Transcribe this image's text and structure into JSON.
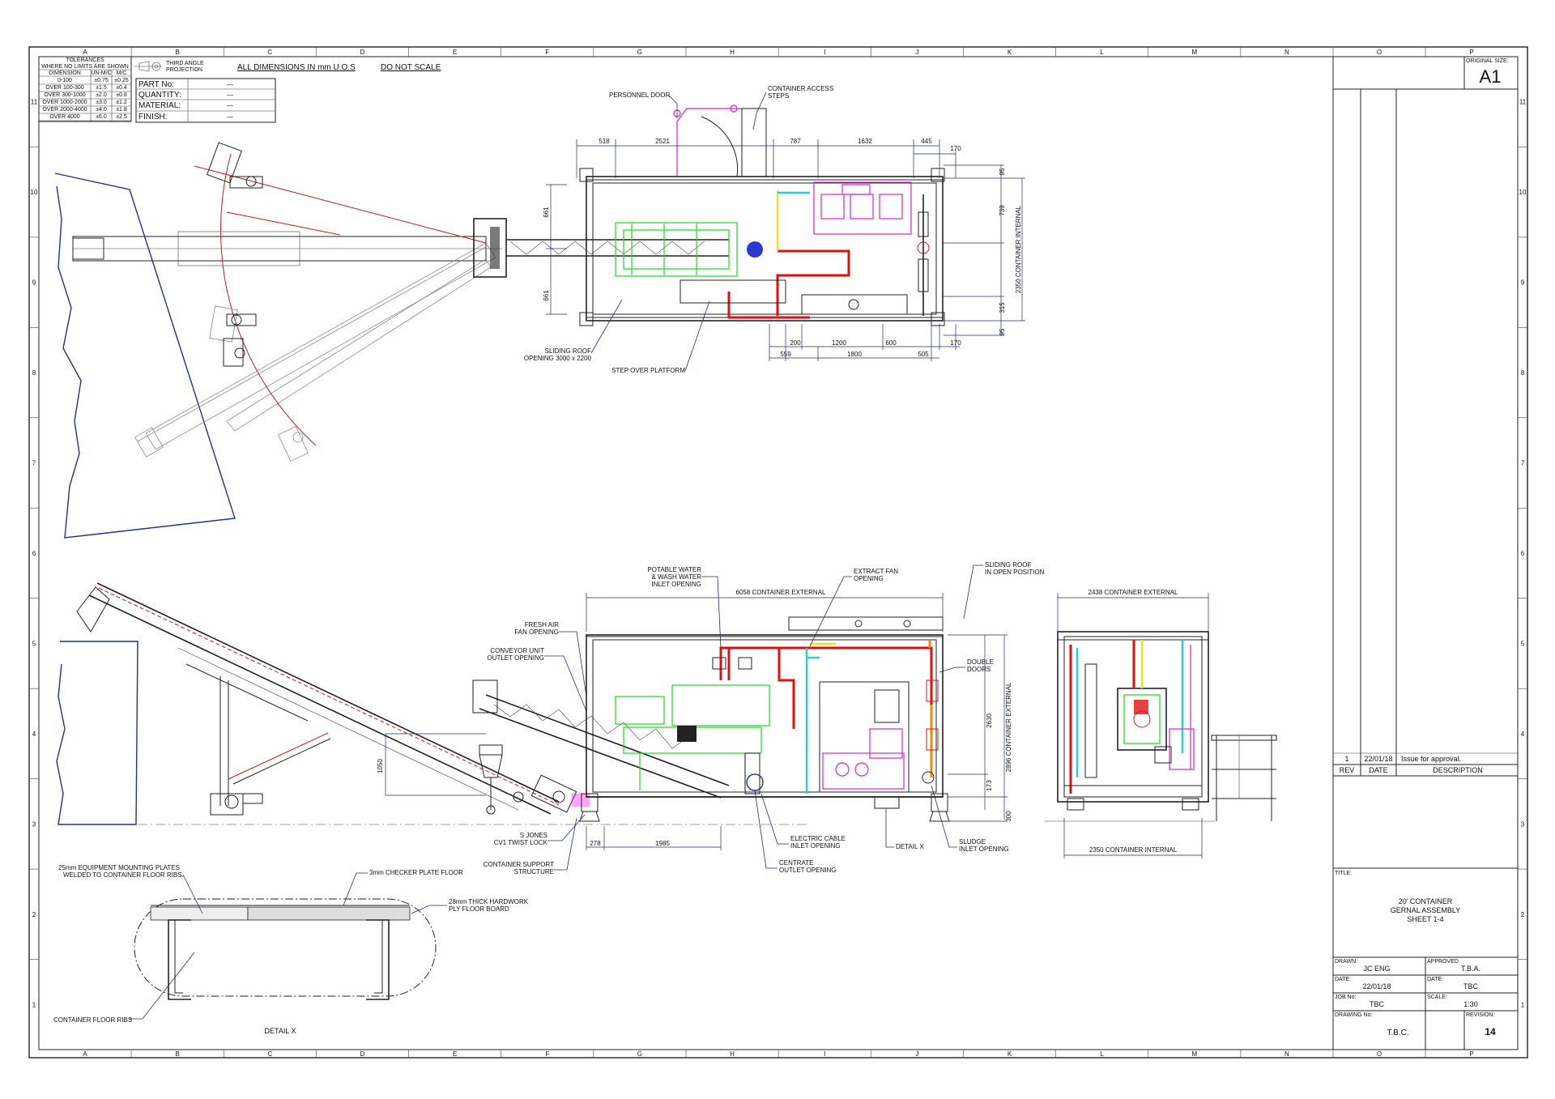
{
  "frame": {
    "columns": [
      "A",
      "B",
      "C",
      "D",
      "E",
      "F",
      "G",
      "H",
      "I",
      "J",
      "K",
      "L",
      "M",
      "N",
      "O",
      "P"
    ],
    "rows": [
      "11",
      "10",
      "9",
      "8",
      "7",
      "6",
      "5",
      "4",
      "3",
      "2",
      "1"
    ]
  },
  "header": {
    "tolerances_title": "TOLERANCES",
    "tolerances_subtitle": "WHERE NO LIMITS ARE SHOWN",
    "tol_cols": [
      "DIMENSION",
      "UN-M/C",
      "M/C"
    ],
    "tol_rows": [
      [
        "0-100",
        "±0.75",
        "±0.25"
      ],
      [
        "OVER 100-300",
        "±1.5",
        "±0.4"
      ],
      [
        "OVER 300-1000",
        "±2.0",
        "±0.8"
      ],
      [
        "OVER 1000-2000",
        "±3.0",
        "±1.2"
      ],
      [
        "OVER 2000-4000",
        "±4.0",
        "±1.8"
      ],
      [
        "OVER 4000",
        "±6.0",
        "±2.5"
      ]
    ],
    "projection_line1": "THIRD ANGLE",
    "projection_line2": "PROJECTION",
    "all_dims": "ALL DIMENSIONS IN mm U.O.S",
    "do_not_scale": "DO NOT SCALE",
    "part_rows": [
      {
        "label": "PART No:",
        "value": "—"
      },
      {
        "label": "QUANTITY:",
        "value": "—"
      },
      {
        "label": "MATERIAL:",
        "value": "—"
      },
      {
        "label": "FINISH:",
        "value": "—"
      }
    ]
  },
  "plan_view": {
    "labels": {
      "personnel_door": "PERSONNEL DOOR",
      "access_steps_1": "CONTAINER ACCESS",
      "access_steps_2": "STEPS",
      "sliding_roof_1": "SLIDING ROOF",
      "sliding_roof_2": "OPENING 3000 x 2200",
      "step_over": "STEP OVER PLATFORM",
      "internal_width": "2350 CONTAINER INTERNAL"
    },
    "dims_top": [
      "518",
      "2521",
      "787",
      "1632",
      "445",
      "170"
    ],
    "dims_bottom_row1": [
      "200",
      "1200",
      "600",
      "170"
    ],
    "dims_bottom_row2": [
      "559",
      "1800",
      "505"
    ],
    "dims_left": [
      "661",
      "661"
    ],
    "dims_right": [
      "95",
      "739",
      "315",
      "95"
    ]
  },
  "elevation": {
    "labels": {
      "potable_1": "POTABLE WATER",
      "potable_2": "& WASH WATER",
      "potable_3": "INLET OPENING",
      "extract_1": "EXTRACT FAN",
      "extract_2": "OPENING",
      "sliding_open_1": "SLIDING ROOF",
      "sliding_open_2": "IN OPEN POSITION",
      "fresh_air_1": "FRESH AIR",
      "fresh_air_2": "FAN OPENING",
      "conveyor_1": "CONVEYOR UNIT",
      "conveyor_2": "OUTLET OPENING",
      "double_doors_1": "DOUBLE",
      "double_doors_2": "DOORS",
      "twist_lock_1": "S JONES",
      "twist_lock_2": "CV1 TWIST LOCK",
      "support_1": "CONTAINER SUPPORT",
      "support_2": "STRUCTURE",
      "electric_1": "ELECTRIC CABLE",
      "electric_2": "INLET OPENING",
      "centrate_1": "CENTRATE",
      "centrate_2": "OUTLET OPENING",
      "detail_x_ref": "DETAIL X",
      "sludge_1": "SLUDGE",
      "sludge_2": "INLET OPENING",
      "ext_length": "6058 CONTAINER EXTERNAL",
      "ext_height": "2896 CONTAINER EXTERNAL"
    },
    "dims": {
      "d1050": "1050",
      "d2630": "2630",
      "d173": "173",
      "d300": "300",
      "d278": "278",
      "d1985": "1985"
    }
  },
  "end_view": {
    "ext_width": "2438 CONTAINER EXTERNAL",
    "int_width": "2350 CONTAINER INTERNAL"
  },
  "detail": {
    "mounting_1": "25mm EQUIPMENT MOUNTING PLATES",
    "mounting_2": "WELDED TO CONTAINER FLOOR RIBS.",
    "checker": "3mm CHECKER PLATE FLOOR",
    "ply_1": "28mm THICK HARDWORK",
    "ply_2": "PLY FLOOR BOARD",
    "ribs": "CONTAINER FLOOR RIBS",
    "title": "DETAIL X"
  },
  "title_block": {
    "original_size_label": "ORIGINAL SIZE:",
    "original_size": "A1",
    "revision_row": {
      "rev": "1",
      "date": "22/01/18",
      "desc": "Issue for approval."
    },
    "rev_header": "REV",
    "date_header": "DATE",
    "desc_header": "DESCRIPTION",
    "title_label": "TITLE:",
    "title_line1": "20' CONTAINER",
    "title_line2": "GERNAL ASSEMBLY",
    "title_line3": "SHEET 1-4",
    "drawn_label": "DRAWN:",
    "drawn": "JC ENG",
    "approved_label": "APPROVED",
    "approved": "T.B.A.",
    "date_label": "DATE:",
    "date1": "22/01/18",
    "date2_label": "DATE:",
    "date2": "TBC",
    "job_label": "JOB No:",
    "job": "TBC",
    "scale_label": "SCALE:",
    "scale": "1:30",
    "drawing_label": "DRAWING No:",
    "drawing": "T.B.C.",
    "revision_label": "REVISION:",
    "revision": "14"
  }
}
